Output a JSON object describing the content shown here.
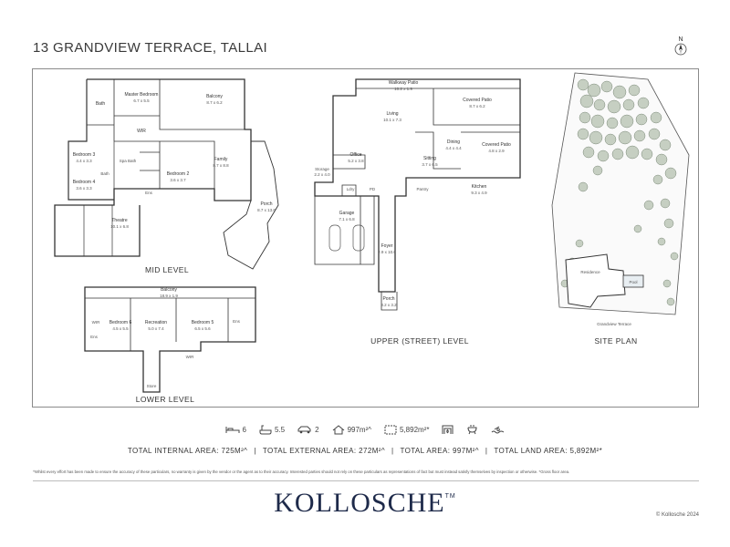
{
  "header": {
    "title": "13 GRANDVIEW TERRACE, TALLAI",
    "north_label": "N"
  },
  "levels": {
    "mid": {
      "label": "MID LEVEL",
      "rooms": {
        "master_bedroom": {
          "name": "Master Bedroom",
          "dims": "6.7 x 5.5"
        },
        "balcony": {
          "name": "Balcony",
          "dims": "8.7 x 6.2"
        },
        "wir": "WIR",
        "bath_top": "Bath",
        "spa_bath": "Spa Bath",
        "bedroom3": {
          "name": "Bedroom 3",
          "dims": "4.4 x 3.3"
        },
        "bedroom4": {
          "name": "Bedroom 4",
          "dims": "3.6 x 3.3"
        },
        "bedroom2": {
          "name": "Bedroom 2",
          "dims": "3.6 x 3.7"
        },
        "family": {
          "name": "Family",
          "dims": "8.7 x 8.8"
        },
        "theatre": {
          "name": "Theatre",
          "dims": "10.1 x 6.8"
        },
        "porch": {
          "name": "Porch",
          "dims": "8.7 x 13.6"
        },
        "bath_mid": "Bath",
        "ens": "Ens"
      }
    },
    "upper": {
      "label": "UPPER (STREET) LEVEL",
      "rooms": {
        "walkway_patio": {
          "name": "Walkway Patio",
          "dims": "10.2 x 1.9"
        },
        "living": {
          "name": "Living",
          "dims": "10.1 x 7.3"
        },
        "covered_patio_top": {
          "name": "Covered Patio",
          "dims": "8.7 x 6.2"
        },
        "dining": {
          "name": "Dining",
          "dims": "4.4 x 4.4"
        },
        "covered_patio_side": {
          "name": "Covered Patio",
          "dims": "4.8 x 2.9"
        },
        "office": {
          "name": "Office",
          "dims": "5.2 x 3.8"
        },
        "sitting": {
          "name": "Sitting",
          "dims": "3.7 x 6.5"
        },
        "kitchen": {
          "name": "Kitchen",
          "dims": "9.3 x 4.9"
        },
        "pantry": "Pantry",
        "ldry": "Ldry",
        "pd": "PD",
        "garage": {
          "name": "Garage",
          "dims": "7.1 x 6.8"
        },
        "storage": {
          "name": "Storage",
          "dims": "2.2 x 4.0"
        },
        "foyer": {
          "name": "Foyer",
          "dims": "2.9 x 10.6"
        },
        "porch": {
          "name": "Porch",
          "dims": "3.2 x 3.2"
        }
      }
    },
    "lower": {
      "label": "LOWER LEVEL",
      "rooms": {
        "balcony": {
          "name": "Balcony",
          "dims": "18.9 x 1.9"
        },
        "bedroom6": {
          "name": "Bedroom 6",
          "dims": "4.5 x 5.5"
        },
        "recreation": {
          "name": "Recreation",
          "dims": "5.0 x 7.4"
        },
        "bedroom5": {
          "name": "Bedroom 5",
          "dims": "6.5 x 5.6"
        },
        "wir_left": "WIR",
        "wir_right": "WIR",
        "ens_left": "Ens",
        "ens_right": "Ens",
        "store": "Store"
      }
    },
    "site": {
      "label": "SITE PLAN",
      "residence": "Residence",
      "pool": "Pool",
      "street": "Grandview Terrace"
    }
  },
  "features": [
    {
      "icon": "bed-icon",
      "value": "6"
    },
    {
      "icon": "bath-icon",
      "value": "5.5"
    },
    {
      "icon": "car-icon",
      "value": "2"
    },
    {
      "icon": "house-area-icon",
      "value": "997m²^"
    },
    {
      "icon": "land-area-icon",
      "value": "5,892m²*"
    },
    {
      "icon": "fireplace-icon",
      "value": ""
    },
    {
      "icon": "outdoor-kitchen-icon",
      "value": ""
    },
    {
      "icon": "pool-icon",
      "value": ""
    }
  ],
  "areas": [
    "TOTAL INTERNAL AREA: 725M²^",
    "TOTAL EXTERNAL AREA: 272M²^",
    "TOTAL AREA: 997M²^",
    "TOTAL LAND AREA: 5,892M²*"
  ],
  "areas_separator": "|",
  "disclaimer": "^Whilst every effort has been made to ensure the accuracy of these particulars, no warranty is given by the vendor or the agent as to their accuracy. Interested parties should not rely on these particulars as representations of fact but must instead satisfy themselves by inspection or otherwise. *Gross floor area.",
  "brand": {
    "name": "KOLLOSCHE",
    "mark": "TM",
    "color": "#1e2a4a"
  },
  "copyright": "© Kollosche 2024"
}
